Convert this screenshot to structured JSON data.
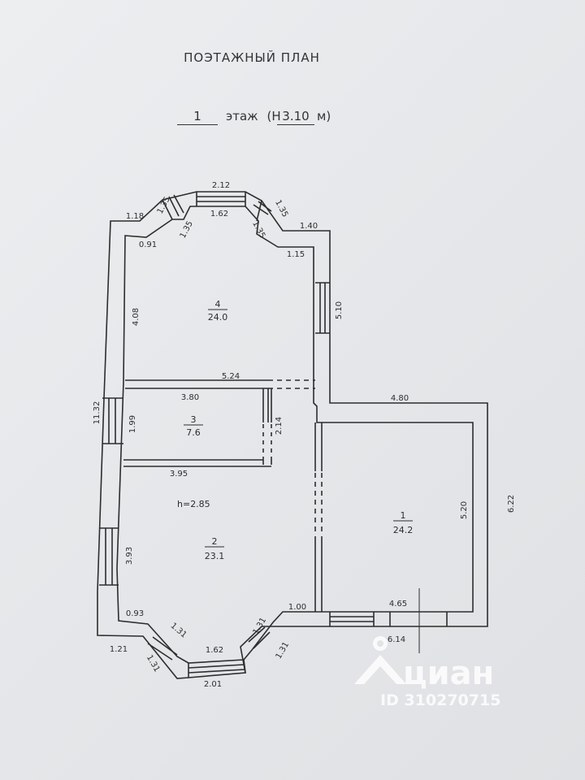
{
  "header": {
    "title": "ПОЭТАЖНЫЙ ПЛАН",
    "floor_number": "1",
    "floor_word": "этаж",
    "height_prefix": "(Н",
    "height_value": "3.10",
    "height_unit": "м)"
  },
  "rooms": [
    {
      "number": "4",
      "area": "24.0"
    },
    {
      "number": "3",
      "area": "7.6"
    },
    {
      "number": "2",
      "area": "23.1",
      "note": "h=2.85"
    },
    {
      "number": "1",
      "area": "24.2"
    }
  ],
  "dimensions": {
    "top_bay_outer": "2.12",
    "top_bay_left_diag_outer": "1.35",
    "top_bay_left_diag_inner": "1.35",
    "top_bay_inner": "1.62",
    "top_bay_right_diag_outer": "1.35",
    "top_bay_right_diag_inner": "1.35",
    "top_left_outer": "1.18",
    "top_left_inner": "0.91",
    "top_right_outer": "1.40",
    "top_right_inner": "1.15",
    "room4_left": "4.08",
    "room4_right": "5.10",
    "partition_length": "5.24",
    "room3_top": "3.80",
    "room3_bottom": "3.95",
    "room3_left": "1.99",
    "room3_right": "2.14",
    "left_outer": "11.32",
    "room2_left": "3.93",
    "ext_top": "4.80",
    "room1_right_inner": "5.20",
    "room1_right_outer": "6.22",
    "room1_bottom_inner": "4.65",
    "room1_bottom_outer": "6.14",
    "bottom_left_inner": "0.93",
    "bottom_left_outer": "1.21",
    "bottom_right_inner": "1.00",
    "bottom_bay_left_diag_inner": "1.31",
    "bottom_bay_left_diag_outer": "1.31",
    "bottom_bay_inner": "1.62",
    "bottom_bay_outer": "2.01",
    "bottom_bay_right_diag_inner": "1.31",
    "bottom_bay_right_diag_outer": "1.31"
  },
  "watermark": {
    "brand": "циан",
    "id": "ID 310270715"
  },
  "colors": {
    "paper": "#e6e8eb",
    "ink": "#2d2d2d",
    "watermark": "#ffffff"
  }
}
